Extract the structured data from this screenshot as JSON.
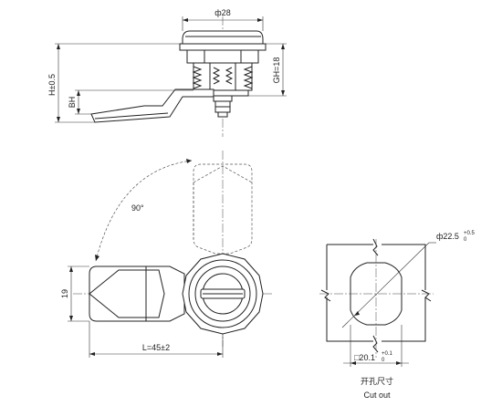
{
  "top_view": {
    "dim_diameter": "ф28",
    "dim_height": "H±0.5",
    "dim_bh": "BH",
    "dim_gh": "GH=18"
  },
  "front_view": {
    "dim_angle": "90°",
    "dim_width": "19",
    "dim_length": "L=45±2"
  },
  "cutout": {
    "dim_diameter": "ф22.5",
    "dim_diameter_tol_upper": "+0.5",
    "dim_diameter_tol_lower": "0",
    "dim_flat": "□20.1",
    "dim_flat_tol_upper": "+0.1",
    "dim_flat_tol_lower": "0",
    "caption_cn": "开孔尺寸",
    "caption_en": "Cut out"
  }
}
